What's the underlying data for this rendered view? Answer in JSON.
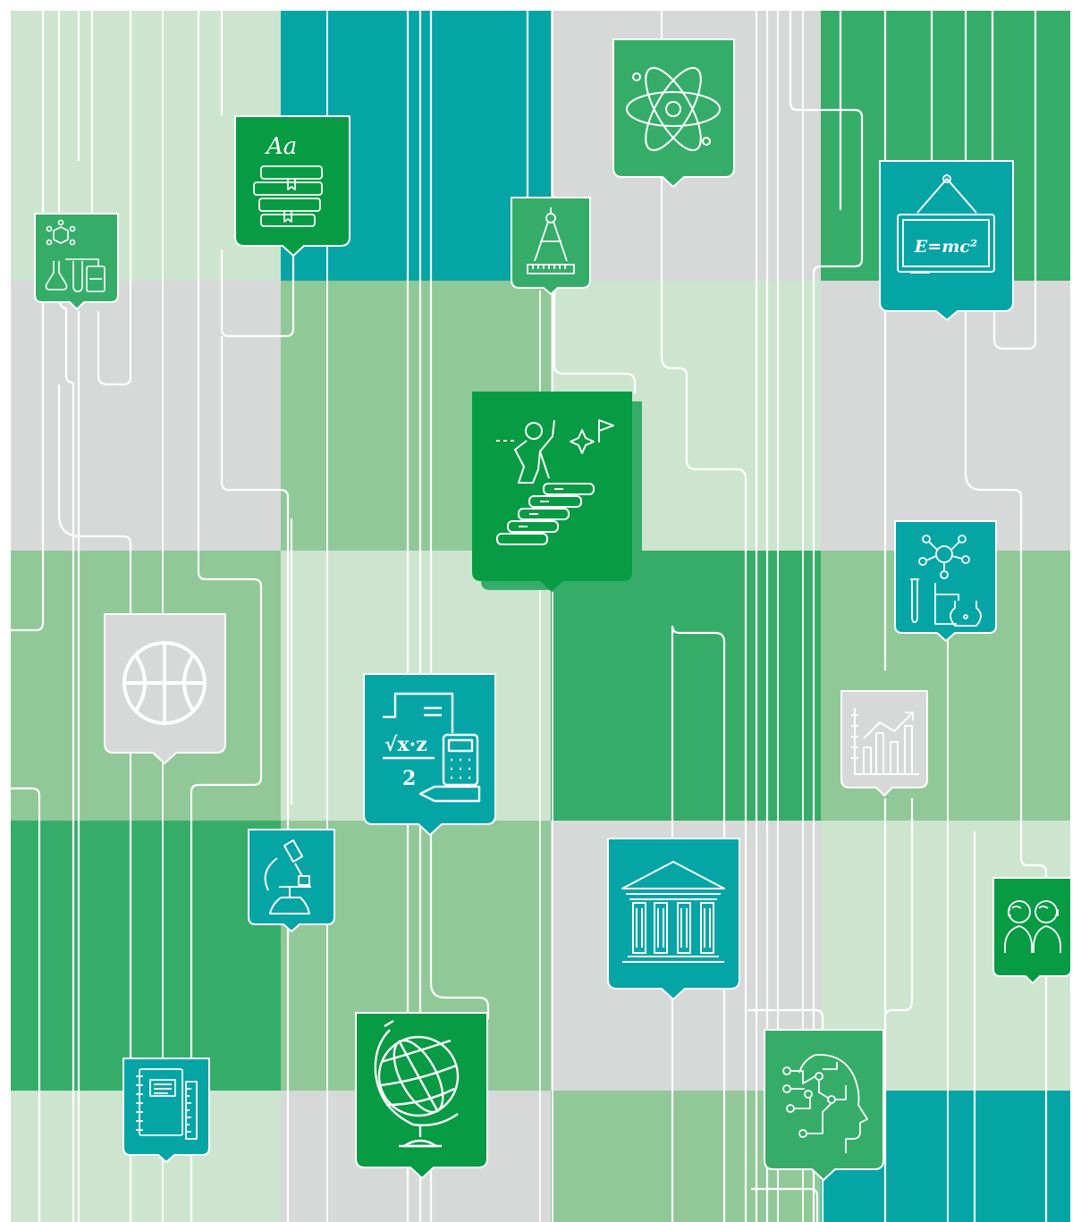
{
  "palette": {
    "light_green": "#cde5cf",
    "mid_green": "#90c898",
    "green": "#35ad69",
    "dark_green": "#079b43",
    "teal": "#05a5a6",
    "gray": "#d7d8d8",
    "line": "#ffffff"
  },
  "badges": {
    "typography": {
      "glyphs": "Aa"
    },
    "physics_formula": {
      "formula": "E=mc²"
    },
    "math": {
      "root_expr": "√x·z",
      "denominator": "2"
    }
  },
  "icons": [
    "chemistry-molecule-icon",
    "books-typography-icon",
    "compass-ruler-icon",
    "atom-icon",
    "physics-formula-board-icon",
    "success-stairs-icon",
    "basketball-icon",
    "math-calculator-icon",
    "molecule-flask-icon",
    "growth-chart-icon",
    "microscope-icon",
    "museum-building-icon",
    "people-communication-icon",
    "notebook-ruler-icon",
    "globe-icon",
    "artificial-intelligence-head-icon"
  ]
}
